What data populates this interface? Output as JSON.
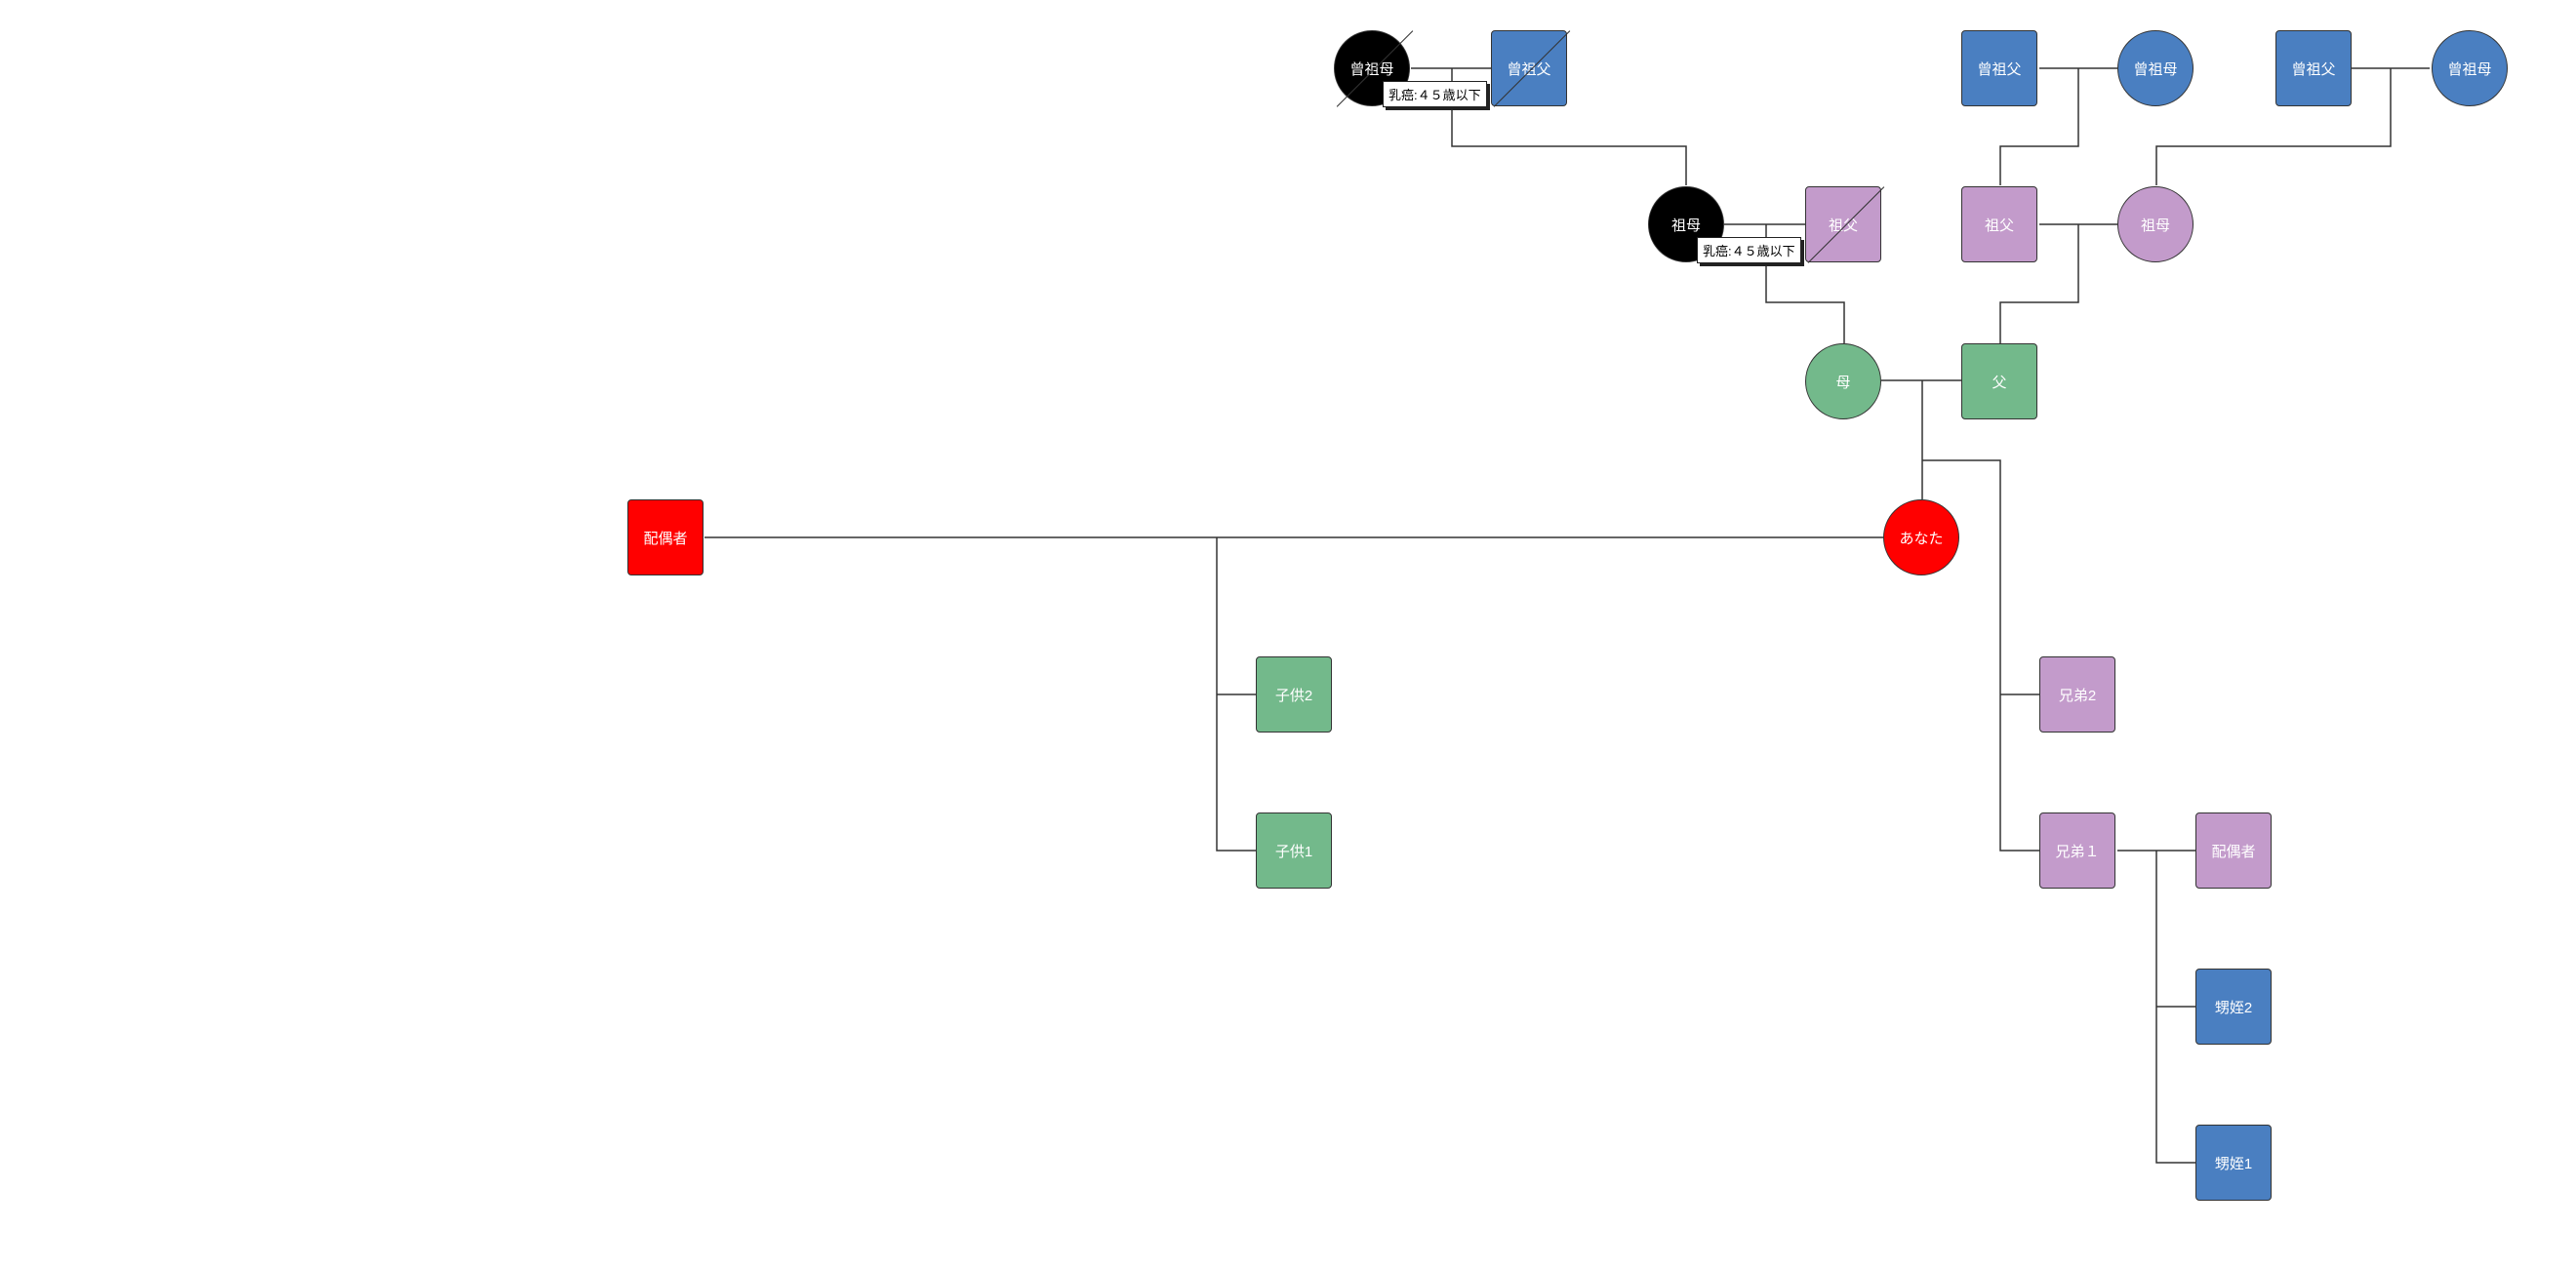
{
  "colors": {
    "blue": "#4a7fc1",
    "purple": "#c39bcb",
    "green": "#73b98b",
    "red": "#ff0000",
    "black": "#000000"
  },
  "nodes": {
    "ggm1": {
      "label": "曾祖母",
      "sex": "female",
      "color": "#000000",
      "deceased": true
    },
    "ggf1": {
      "label": "曾祖父",
      "sex": "male",
      "color": "#4a7fc1",
      "deceased": true
    },
    "ggf2": {
      "label": "曾祖父",
      "sex": "male",
      "color": "#4a7fc1",
      "deceased": false
    },
    "ggm2": {
      "label": "曾祖母",
      "sex": "female",
      "color": "#4a7fc1",
      "deceased": false
    },
    "ggf3": {
      "label": "曾祖父",
      "sex": "male",
      "color": "#4a7fc1",
      "deceased": false
    },
    "ggm3": {
      "label": "曾祖母",
      "sex": "female",
      "color": "#4a7fc1",
      "deceased": false
    },
    "gm1": {
      "label": "祖母",
      "sex": "female",
      "color": "#000000",
      "deceased": false
    },
    "gf1": {
      "label": "祖父",
      "sex": "male",
      "color": "#c39bcb",
      "deceased": true
    },
    "gf2": {
      "label": "祖父",
      "sex": "male",
      "color": "#c39bcb",
      "deceased": false
    },
    "gm2": {
      "label": "祖母",
      "sex": "female",
      "color": "#c39bcb",
      "deceased": false
    },
    "mother": {
      "label": "母",
      "sex": "female",
      "color": "#73b98b",
      "deceased": false
    },
    "father": {
      "label": "父",
      "sex": "male",
      "color": "#73b98b",
      "deceased": false
    },
    "spouse": {
      "label": "配偶者",
      "sex": "male",
      "color": "#ff0000",
      "deceased": false
    },
    "you": {
      "label": "あなた",
      "sex": "female",
      "color": "#ff0000",
      "deceased": false
    },
    "child2": {
      "label": "子供2",
      "sex": "male",
      "color": "#73b98b",
      "deceased": false
    },
    "child1": {
      "label": "子供1",
      "sex": "male",
      "color": "#73b98b",
      "deceased": false
    },
    "sibling2": {
      "label": "兄弟2",
      "sex": "male",
      "color": "#c39bcb",
      "deceased": false
    },
    "sibling1": {
      "label": "兄弟１",
      "sex": "male",
      "color": "#c39bcb",
      "deceased": false
    },
    "sibling1_spouse": {
      "label": "配偶者",
      "sex": "male",
      "color": "#c39bcb",
      "deceased": false
    },
    "nephew2": {
      "label": "甥姪2",
      "sex": "male",
      "color": "#4a7fc1",
      "deceased": false
    },
    "nephew1": {
      "label": "甥姪1",
      "sex": "male",
      "color": "#4a7fc1",
      "deceased": false
    }
  },
  "notes": {
    "ggm1": "乳癌:４５歳以下",
    "gm1": "乳癌:４５歳以下"
  }
}
